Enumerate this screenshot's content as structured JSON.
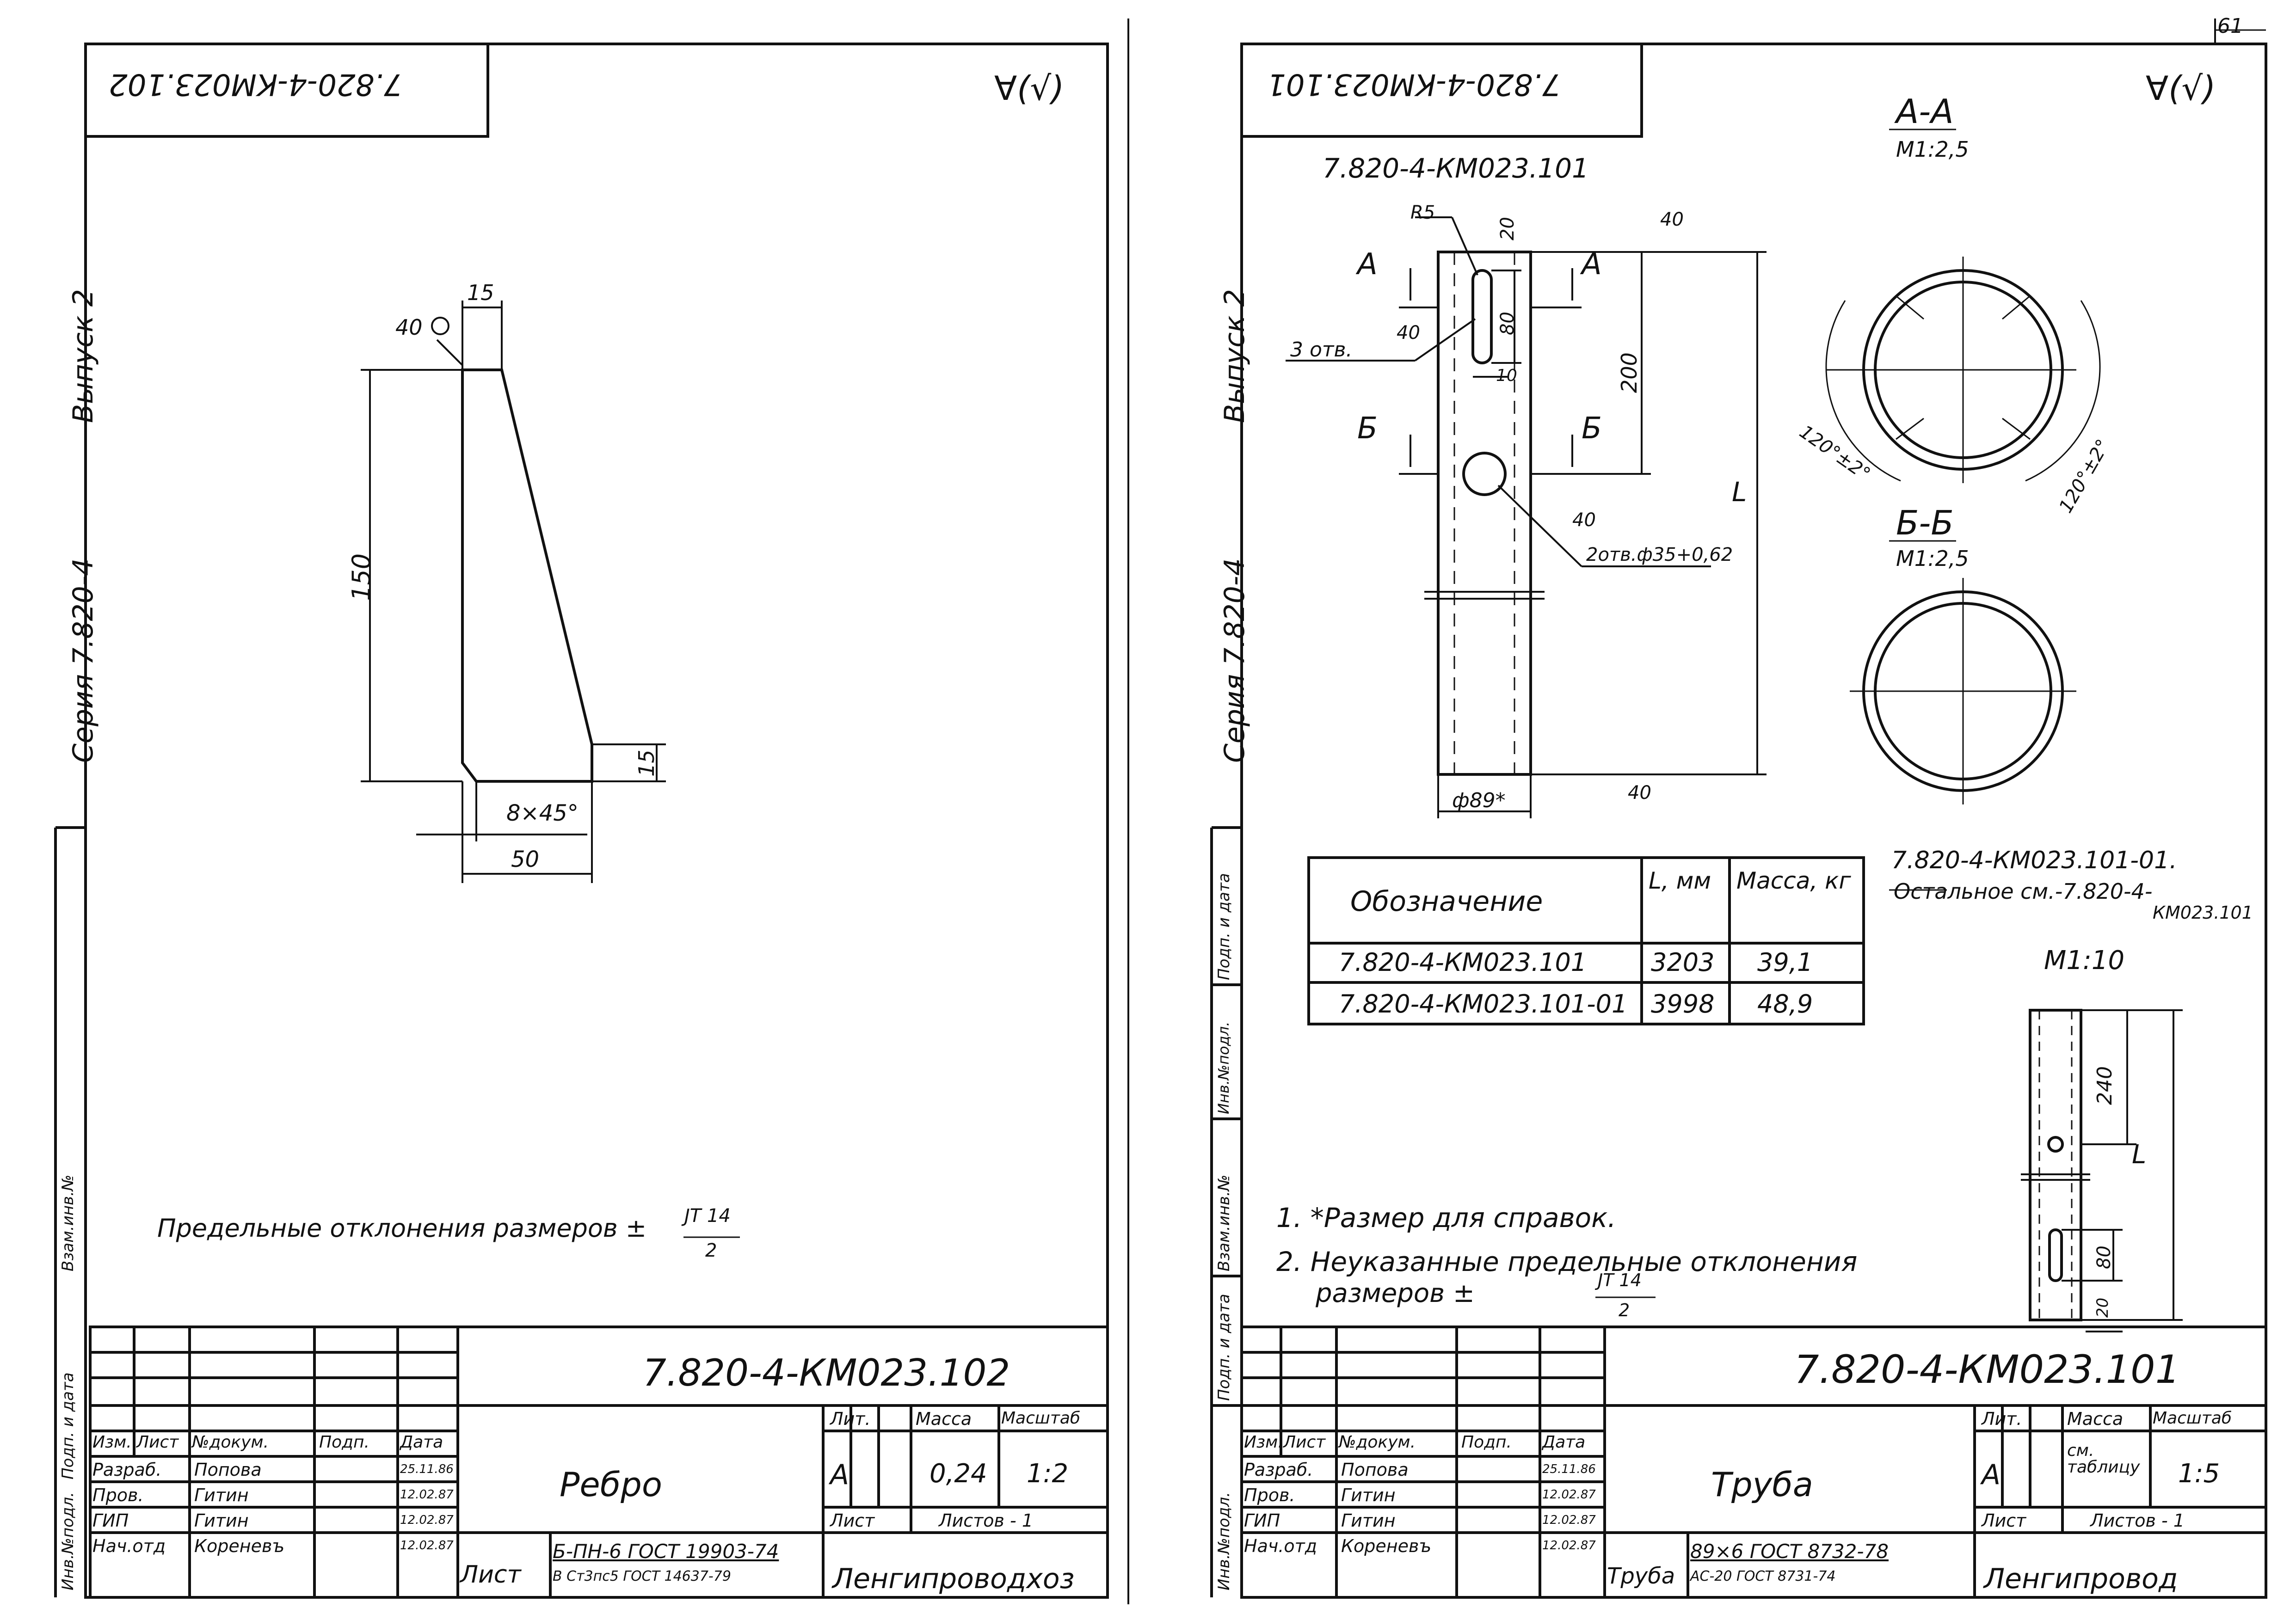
{
  "page": {
    "sheet_number": "61"
  },
  "left": {
    "stamp": "7.820-4-КМ023.102",
    "roughness": "∀(√)",
    "side_series": "Серия 7.820-4",
    "side_issue": "Выпуск 2",
    "dims": {
      "d15top": "15",
      "d40": "40",
      "d150": "150",
      "d15": "15",
      "chamfer": "8×45°",
      "d50": "50"
    },
    "note": "Предельные отклонения размеров ± ",
    "note_frac_top": "JT 14",
    "note_frac_bottom": "2",
    "title_block": {
      "designation": "7.820-4-КМ023.102",
      "name": "Ребро",
      "lit_label": "Лит.",
      "mass_label": "Масса",
      "scale_label": "Масштаб",
      "lit": "А",
      "mass": "0,24",
      "scale": "1:2",
      "sheet_label": "Лист",
      "sheets_label": "Листов - 1",
      "hdr": [
        "Изм.",
        "Лист",
        "№докум.",
        "Подп.",
        "Дата"
      ],
      "rows": [
        [
          "Разраб.",
          "Попова",
          "25.11.86"
        ],
        [
          "Пров.",
          "Гитин",
          "12.02.87"
        ],
        [
          "ГИП",
          "Гитин",
          "12.02.87"
        ],
        [
          "Нач.отд",
          "Кореневъ",
          "12.02.87"
        ]
      ],
      "material_label": "Лист",
      "material": "Б-ПН-6 ГОСТ 19903-74",
      "material2": "В Ст3пс5 ГОСТ 14637-79",
      "org": "Ленгипроводхоз"
    },
    "side_labels": [
      "Подп. и дата",
      "Взам.инв.№",
      "Инв.№подл."
    ]
  },
  "right": {
    "stamp": "7.820-4-КМ023.101",
    "roughness": "∀(√)",
    "side_series": "Серия 7.820-4",
    "side_issue": "Выпуск 2",
    "part_title": "7.820-4-КМ023.101",
    "section_aa": "А-А",
    "section_aa_scale": "М1:2,5",
    "section_bb": "Б-Б",
    "section_bb_scale": "М1:2,5",
    "angle1": "120°±2°",
    "angle2": "120°±2°",
    "dims": {
      "r5": "R5",
      "d20": "20",
      "d80": "80",
      "d10": "10",
      "d40a": "40",
      "d40b": "40",
      "d40c": "40",
      "d40d": "40",
      "d200": "200",
      "L": "L",
      "holes3": "3 отв.",
      "holes2": "2отв.ф35+0,62",
      "dia": "ф89*",
      "secA": "А",
      "secA2": "А",
      "secB": "Б",
      "secB2": "Б"
    },
    "variant_title": "7.820-4-КМ023.101-01.",
    "variant_note": "Остальное см.-7.820-4-",
    "variant_note2": "КМ023.101",
    "variant_scale": "М1:10",
    "variant_dims": {
      "d240": "240",
      "L": "L",
      "d80": "80",
      "d20": "20"
    },
    "table": {
      "headers": [
        "Обозначение",
        "L, мм",
        "Масса, кг"
      ],
      "rows": [
        [
          "7.820-4-КМ023.101",
          "3203",
          "39,1"
        ],
        [
          "7.820-4-КМ023.101-01",
          "3998",
          "48,9"
        ]
      ]
    },
    "notes": [
      "1. *Размер для справок.",
      "2. Неуказанные предельные отклонения",
      "размеров ± "
    ],
    "note_frac_top": "JT 14",
    "note_frac_bottom": "2",
    "title_block": {
      "designation": "7.820-4-КМ023.101",
      "name": "Труба",
      "lit_label": "Лит.",
      "mass_label": "Масса",
      "scale_label": "Масштаб",
      "lit": "А",
      "mass": "см. таблицу",
      "scale": "1:5",
      "sheet_label": "Лист",
      "sheets_label": "Листов - 1",
      "hdr": [
        "Изм.",
        "Лист",
        "№докум.",
        "Подп.",
        "Дата"
      ],
      "rows": [
        [
          "Разраб.",
          "Попова",
          "25.11.86"
        ],
        [
          "Пров.",
          "Гитин",
          "12.02.87"
        ],
        [
          "ГИП",
          "Гитин",
          "12.02.87"
        ],
        [
          "Нач.отд",
          "Кореневъ",
          "12.02.87"
        ]
      ],
      "material_label": "Труба",
      "material": "89×6 ГОСТ 8732-78",
      "material2": "АС-20 ГОСТ 8731-74",
      "org": "Ленгипровод"
    },
    "side_labels": [
      "Подп. и дата",
      "Взам.инв.№",
      "Инв.№подл.",
      "Подп. и дата",
      "Инв.№подл."
    ]
  }
}
